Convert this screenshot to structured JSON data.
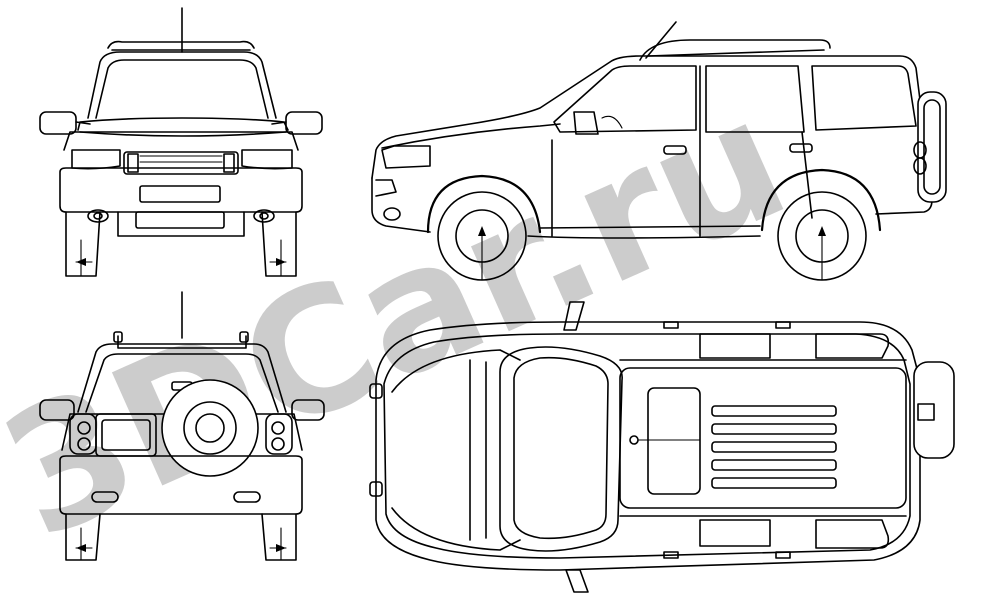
{
  "watermark": {
    "text": "3DCar.ru",
    "color": "#c4c4c4"
  },
  "views": {
    "front": "front-view",
    "side": "side-view",
    "rear": "rear-view",
    "top": "top-view"
  },
  "colors": {
    "line": "#000000",
    "background": "#ffffff"
  }
}
